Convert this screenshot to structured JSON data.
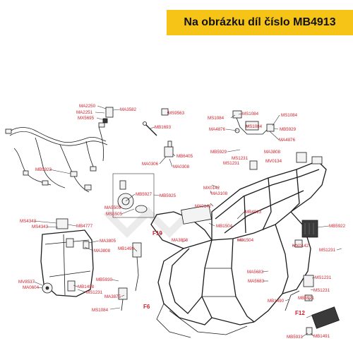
{
  "banner": {
    "text": "Na obrázku díl číslo MB4913",
    "color": "#f6c417"
  },
  "label_color": "#d0202a",
  "callouts": {
    "MA2250": "MA2250",
    "MA2251": "MA2251",
    "MX5695": "MX5695",
    "MA3582": "MA3582",
    "MS9563": "MS9563",
    "MB1693": "MB1693",
    "MS1084_a": "MS1084",
    "MS1084_b": "MS1084",
    "MS1084_c": "MS1084",
    "MA4876_a": "MA4876",
    "MS1084_d": "MS1084",
    "MB5929_a": "MB5929",
    "MA4876_b": "MA4876",
    "MB5929_b": "MB5929",
    "MS1231_a": "MS1231",
    "MA3808_a": "MA3808",
    "MS1231_b": "MS1231",
    "MV0134": "MV0134",
    "MB6405": "MB6405",
    "MA0306": "MA0306",
    "MA0308": "MA0308",
    "MB5923": "MB5923",
    "MX0142_a": "MX0142",
    "MA3108": "MA3108",
    "MB5927": "MB5927",
    "MB5925": "MB5925",
    "MX0142_b": "MX0142",
    "MA5505": "MA5505",
    "MS5505": "MS5505",
    "MB4913": "MB4913",
    "MS4343_a": "MS4343",
    "MS4343_b": "MS4343",
    "MB4777": "MB4777",
    "MB1504_a": "MB1504",
    "MB5922": "MB5922",
    "F19": "F19",
    "MA3805": "MA3805",
    "MA3808_b": "MA3808",
    "MA3808_c": "MA3808",
    "MB1504_b": "MB1504",
    "MX0142_c": "MX0142",
    "MB1499": "MB1499",
    "MS1231_c": "MS1231",
    "MV8537": "MV8537",
    "MA0604": "MA0604",
    "MB5930": "MB5930",
    "MB1498": "MB1498",
    "MS1231_d": "MS1231",
    "MA3875": "MA3875",
    "MA5683_a": "MA5683",
    "MS1231_e": "MS1231",
    "MA5683_b": "MA5683",
    "MS1231_f": "MS1231",
    "F6": "F6",
    "MS1084_e": "MS1084",
    "MB1490": "MB1490",
    "MB5921": "MB5921",
    "F12": "F12",
    "MB5931": "MB5931",
    "MB1491": "MB1491"
  }
}
